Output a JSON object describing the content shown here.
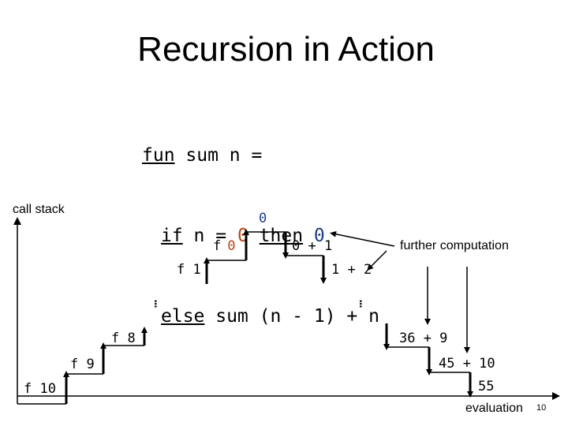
{
  "title": "Recursion in Action",
  "code": {
    "line1": {
      "kw": "fun",
      "rest": " sum n ="
    },
    "line2": {
      "kw_if": "if",
      "mid": " n = ",
      "zero_red": "0",
      "sp": " ",
      "kw_then": "then",
      "sp2": " ",
      "zero_blue": "0"
    },
    "line3": {
      "kw_else": "else",
      "rest": " sum (n - 1) + n"
    }
  },
  "labels": {
    "call_stack": "call stack",
    "further_computation": "further computation",
    "evaluation": "evaluation",
    "slide_number": "10"
  },
  "calls": {
    "f0_name": "f",
    "f0_arg": "0",
    "f1": "f 1",
    "f8": "f 8",
    "f9": "f 9",
    "f10": "f 10",
    "result_top": "0",
    "ellipsis": "…"
  },
  "returns": {
    "r1": "0 + 1",
    "r2": "1 + 2",
    "r3": "36 + 9",
    "r4": "45 + 10",
    "r5": "55"
  },
  "colors": {
    "accent_red": "#b5461c",
    "accent_blue": "#1c3d8a",
    "ink": "#000000"
  }
}
